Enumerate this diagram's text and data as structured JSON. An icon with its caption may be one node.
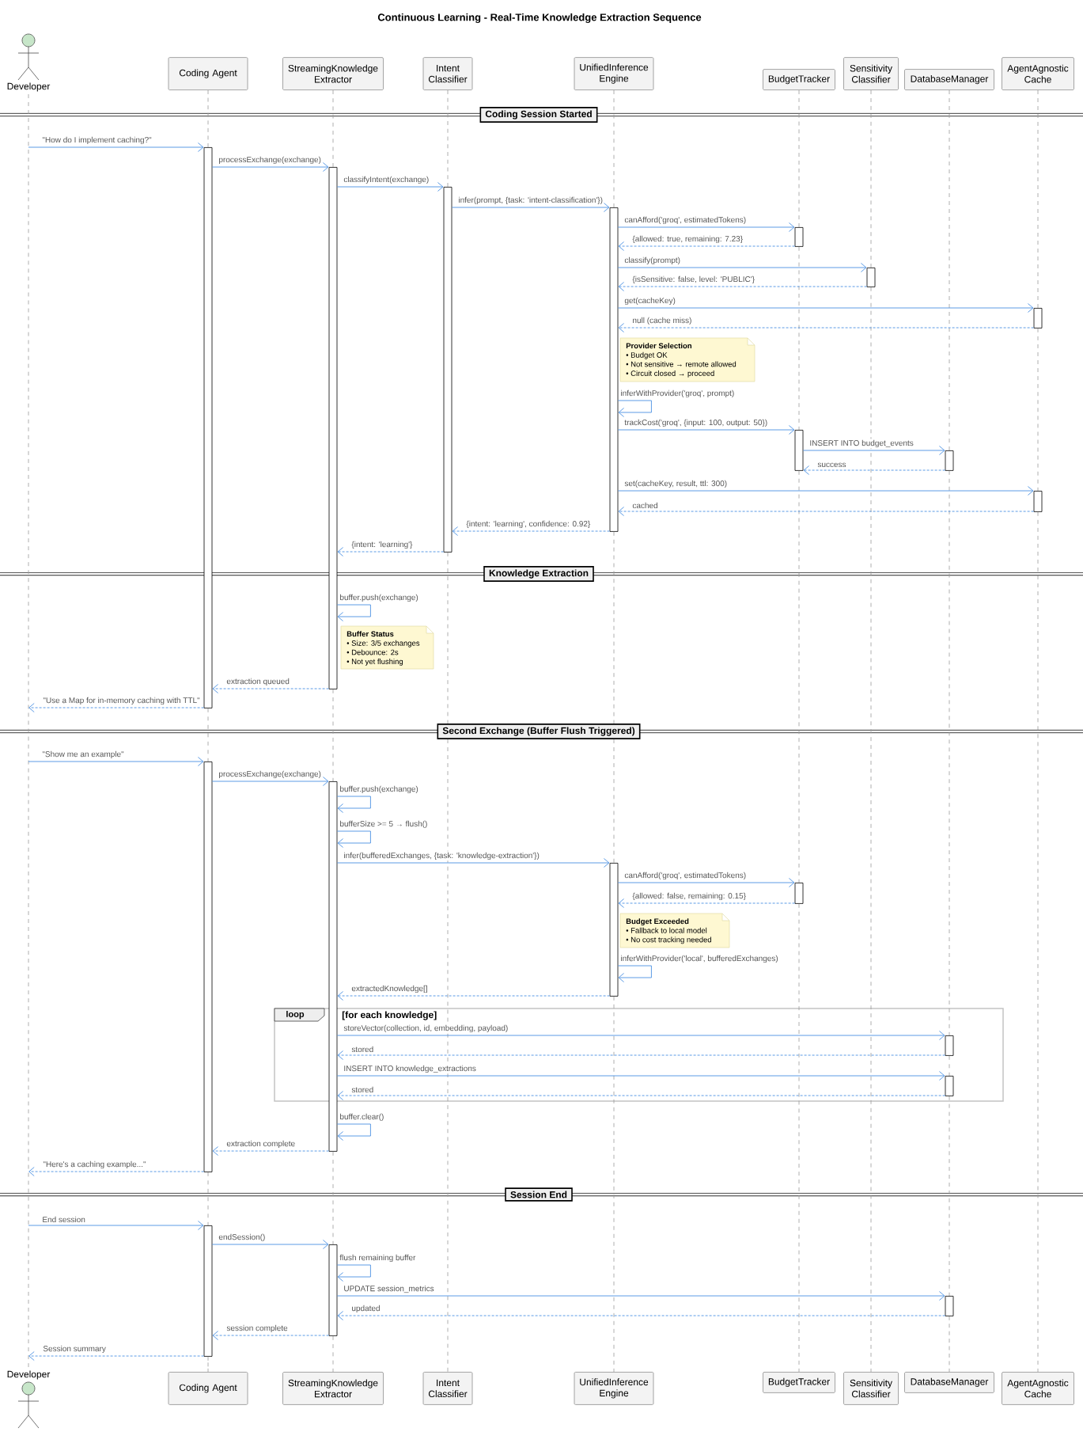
{
  "diagram": {
    "title": "Continuous Learning - Real-Time Knowledge Extraction Sequence",
    "nodes": [
      {
        "text": [
          "Developer"
        ]
      },
      {
        "text": [
          "Coding Agent"
        ]
      },
      {
        "text": [
          "StreamingKnowledge Extractor"
        ]
      },
      {
        "text": [
          "Intent Classifier"
        ]
      },
      {
        "text": [
          "UnifiedInference Engine"
        ]
      },
      {
        "text": [
          "BudgetTracker"
        ]
      },
      {
        "text": [
          "Sensitivity Classifier"
        ]
      },
      {
        "text": [
          "DatabaseManager"
        ]
      },
      {
        "text": [
          "AgentAgnostic Cache"
        ]
      },
      {
        "text": [
          "Coding Session Started"
        ]
      },
      {
        "text": [
          "Provider Selection",
          "• Budget OK",
          "• Not sensitive → remote allowed",
          "• Circuit closed → proceed"
        ]
      },
      {
        "text": [
          "Knowledge Extraction"
        ]
      },
      {
        "text": [
          "Buffer Status",
          "• Size: 3/5 exchanges",
          "• Debounce: 2s",
          "• Not yet flushing"
        ]
      },
      {
        "text": [
          "Second Exchange (Buffer Flush Triggered)"
        ]
      },
      {
        "text": [
          "Budget Exceeded",
          "• Fallback to local model",
          "• No cost tracking needed"
        ]
      },
      {
        "text": [
          "loop"
        ]
      },
      {
        "text": [
          "Session End"
        ]
      },
      {
        "text": [
          "Developer"
        ]
      },
      {
        "text": [
          "Coding Agent"
        ]
      },
      {
        "text": [
          "StreamingKnowledge Extractor"
        ]
      },
      {
        "text": [
          "Intent Classifier"
        ]
      },
      {
        "text": [
          "UnifiedInference Engine"
        ]
      },
      {
        "text": [
          "BudgetTracker"
        ]
      },
      {
        "text": [
          "Sensitivity Classifier"
        ]
      },
      {
        "text": [
          "DatabaseManager"
        ]
      },
      {
        "text": [
          "AgentAgnostic Cache"
        ]
      },
      {
        "text": [],
        "shape": "bar"
      },
      {
        "text": [],
        "shape": "bar"
      },
      {
        "text": [],
        "shape": "bar"
      },
      {
        "text": [],
        "shape": "bar"
      },
      {
        "text": [],
        "shape": "bar"
      },
      {
        "text": [],
        "shape": "bar"
      },
      {
        "text": [],
        "shape": "bar"
      },
      {
        "text": [],
        "shape": "bar"
      },
      {
        "text": [],
        "shape": "bar"
      },
      {
        "text": [],
        "shape": "bar"
      },
      {
        "text": [],
        "shape": "bar"
      },
      {
        "text": [],
        "shape": "bar"
      },
      {
        "text": [],
        "shape": "bar"
      },
      {
        "text": [],
        "shape": "bar"
      },
      {
        "text": [],
        "shape": "bar"
      },
      {
        "text": [],
        "shape": "bar"
      },
      {
        "text": [],
        "shape": "bar"
      },
      {
        "text": [],
        "shape": "bar"
      },
      {
        "text": [],
        "shape": "bar"
      }
    ],
    "edges": [
      {
        "from": 0,
        "to": 26,
        "arrow": "to",
        "label": "\"How do I implement caching?\""
      },
      {
        "from": 26,
        "to": 27,
        "arrow": "to",
        "label": "processExchange(exchange)"
      },
      {
        "from": 27,
        "to": 28,
        "arrow": "to",
        "label": "classifyIntent(exchange)"
      },
      {
        "from": 28,
        "to": 29,
        "arrow": "to",
        "label": "infer(prompt, {task: 'intent-classification'})"
      },
      {
        "from": 29,
        "to": 30,
        "arrow": "to",
        "label": "canAfford('groq', estimatedTokens)"
      },
      {
        "from": 30,
        "to": 29,
        "arrow": "to",
        "label": "{allowed: true, remaining: 7.23}",
        "style": "dashed"
      },
      {
        "from": 29,
        "to": 31,
        "arrow": "to",
        "label": "classify(prompt)"
      },
      {
        "from": 31,
        "to": 29,
        "arrow": "to",
        "label": "{isSensitive: false, level: 'PUBLIC'}",
        "style": "dashed"
      },
      {
        "from": 29,
        "to": 32,
        "arrow": "to",
        "label": "get(cacheKey)"
      },
      {
        "from": 32,
        "to": 29,
        "arrow": "to",
        "label": "null (cache miss)",
        "style": "dashed"
      },
      {
        "from": 29,
        "to": 29,
        "arrow": "to",
        "label": "inferWithProvider('groq', prompt)"
      },
      {
        "from": 29,
        "to": 33,
        "arrow": "to",
        "label": "trackCost('groq', {input: 100, output: 50})"
      },
      {
        "from": 33,
        "to": 34,
        "arrow": "to",
        "label": "INSERT INTO budget_events"
      },
      {
        "from": 34,
        "to": 33,
        "arrow": "to",
        "label": "success",
        "style": "dashed"
      },
      {
        "from": 29,
        "to": 35,
        "arrow": "to",
        "label": "set(cacheKey, result, ttl: 300)"
      },
      {
        "from": 35,
        "to": 29,
        "arrow": "to",
        "label": "cached",
        "style": "dashed"
      },
      {
        "from": 29,
        "to": 28,
        "arrow": "to",
        "label": "{intent: 'learning', confidence: 0.92}",
        "style": "dashed"
      },
      {
        "from": 28,
        "to": 27,
        "arrow": "to",
        "label": "{intent: 'learning'}",
        "style": "dashed"
      },
      {
        "from": 27,
        "to": 27,
        "arrow": "to",
        "label": "buffer.push(exchange)"
      },
      {
        "from": 27,
        "to": 26,
        "arrow": "to",
        "label": "extraction queued",
        "style": "dashed"
      },
      {
        "from": 26,
        "to": 0,
        "arrow": "to",
        "label": "\"Use a Map for in-memory caching with TTL\"",
        "style": "dashed"
      },
      {
        "from": 0,
        "to": 36,
        "arrow": "to",
        "label": "\"Show me an example\""
      },
      {
        "from": 36,
        "to": 37,
        "arrow": "to",
        "label": "processExchange(exchange)"
      },
      {
        "from": 37,
        "to": 37,
        "arrow": "to",
        "label": "buffer.push(exchange)"
      },
      {
        "from": 37,
        "to": 37,
        "arrow": "to",
        "label": "bufferSize >= 5 → flush()"
      },
      {
        "from": 37,
        "to": 38,
        "arrow": "to",
        "label": "infer(bufferedExchanges, {task: 'knowledge-extraction'})"
      },
      {
        "from": 38,
        "to": 39,
        "arrow": "to",
        "label": "canAfford('groq', estimatedTokens)"
      },
      {
        "from": 39,
        "to": 38,
        "arrow": "to",
        "label": "{allowed: false, remaining: 0.15}",
        "style": "dashed"
      },
      {
        "from": 38,
        "to": 38,
        "arrow": "to",
        "label": "inferWithProvider('local', bufferedExchanges)"
      },
      {
        "from": 38,
        "to": 37,
        "arrow": "to",
        "label": "extractedKnowledge[]",
        "style": "dashed"
      },
      {
        "from": 37,
        "to": 40,
        "arrow": "to",
        "label": "storeVector(collection, id, embedding, payload)"
      },
      {
        "from": 40,
        "to": 37,
        "arrow": "to",
        "label": "stored",
        "style": "dashed"
      },
      {
        "from": 37,
        "to": 41,
        "arrow": "to",
        "label": "INSERT INTO knowledge_extractions"
      },
      {
        "from": 41,
        "to": 37,
        "arrow": "to",
        "label": "stored",
        "style": "dashed"
      },
      {
        "from": 37,
        "to": 37,
        "arrow": "to",
        "label": "buffer.clear()"
      },
      {
        "from": 37,
        "to": 36,
        "arrow": "to",
        "label": "extraction complete",
        "style": "dashed"
      },
      {
        "from": 36,
        "to": 0,
        "arrow": "to",
        "label": "\"Here's a caching example...\"",
        "style": "dashed"
      },
      {
        "from": 0,
        "to": 42,
        "arrow": "to",
        "label": "End session"
      },
      {
        "from": 42,
        "to": 43,
        "arrow": "to",
        "label": "endSession()"
      },
      {
        "from": 43,
        "to": 43,
        "arrow": "to",
        "label": "flush remaining buffer"
      },
      {
        "from": 43,
        "to": 44,
        "arrow": "to",
        "label": "UPDATE session_metrics"
      },
      {
        "from": 44,
        "to": 43,
        "arrow": "to",
        "label": "updated",
        "style": "dashed"
      },
      {
        "from": 43,
        "to": 42,
        "arrow": "to",
        "label": "session complete",
        "style": "dashed"
      },
      {
        "from": 42,
        "to": 0,
        "arrow": "to",
        "label": "Session summary",
        "style": "dashed"
      },
      {
        "from": 1,
        "to": 26,
        "arrow": "none",
        "style": "dashed",
        "color": "#999999"
      },
      {
        "from": 26,
        "to": 36,
        "arrow": "none",
        "style": "dashed",
        "color": "#999999"
      },
      {
        "from": 36,
        "to": 42,
        "arrow": "none",
        "style": "dashed",
        "color": "#999999"
      },
      {
        "from": 42,
        "to": 18,
        "arrow": "none",
        "style": "dashed",
        "color": "#999999"
      },
      {
        "from": 2,
        "to": 27,
        "arrow": "none",
        "style": "dashed",
        "color": "#999999"
      },
      {
        "from": 27,
        "to": 37,
        "arrow": "none",
        "style": "dashed",
        "color": "#999999"
      },
      {
        "from": 37,
        "to": 43,
        "arrow": "none",
        "style": "dashed",
        "color": "#999999"
      },
      {
        "from": 43,
        "to": 19,
        "arrow": "none",
        "style": "dashed",
        "color": "#999999"
      },
      {
        "from": 3,
        "to": 28,
        "arrow": "none",
        "style": "dashed",
        "color": "#999999"
      },
      {
        "from": 28,
        "to": 13,
        "arrow": "none",
        "style": "dashed",
        "color": "#999999"
      },
      {
        "from": 13,
        "to": 20,
        "arrow": "none",
        "style": "dashed",
        "color": "#999999"
      },
      {
        "from": 4,
        "to": 29,
        "arrow": "none",
        "style": "dashed",
        "color": "#999999"
      },
      {
        "from": 29,
        "to": 13,
        "arrow": "none",
        "style": "dashed",
        "color": "#999999"
      },
      {
        "from": 13,
        "to": 38,
        "arrow": "none",
        "style": "dashed",
        "color": "#999999"
      },
      {
        "from": 38,
        "to": 21,
        "arrow": "none",
        "style": "dashed",
        "color": "#999999"
      },
      {
        "from": 5,
        "to": 30,
        "arrow": "none",
        "style": "dashed",
        "color": "#999999"
      },
      {
        "from": 30,
        "to": 33,
        "arrow": "none",
        "style": "dashed",
        "color": "#999999"
      },
      {
        "from": 33,
        "to": 39,
        "arrow": "none",
        "style": "dashed",
        "color": "#999999"
      },
      {
        "from": 39,
        "to": 22,
        "arrow": "none",
        "style": "dashed",
        "color": "#999999"
      },
      {
        "from": 6,
        "to": 31,
        "arrow": "none",
        "style": "dashed",
        "color": "#999999"
      },
      {
        "from": 31,
        "to": 23,
        "arrow": "none",
        "style": "dashed",
        "color": "#999999"
      },
      {
        "from": 7,
        "to": 34,
        "arrow": "none",
        "style": "dashed",
        "color": "#999999"
      },
      {
        "from": 34,
        "to": 40,
        "arrow": "none",
        "style": "dashed",
        "color": "#999999"
      },
      {
        "from": 40,
        "to": 41,
        "arrow": "none",
        "style": "dashed",
        "color": "#999999"
      },
      {
        "from": 41,
        "to": 44,
        "arrow": "none",
        "style": "dashed",
        "color": "#999999"
      },
      {
        "from": 44,
        "to": 24,
        "arrow": "none",
        "style": "dashed",
        "color": "#999999"
      },
      {
        "from": 8,
        "to": 32,
        "arrow": "none",
        "style": "dashed",
        "color": "#999999"
      },
      {
        "from": 32,
        "to": 35,
        "arrow": "none",
        "style": "dashed",
        "color": "#999999"
      },
      {
        "from": 35,
        "to": 25,
        "arrow": "none",
        "style": "dashed",
        "color": "#999999"
      }
    ],
    "labels": [
      "[for each knowledge]"
    ]
  }
}
